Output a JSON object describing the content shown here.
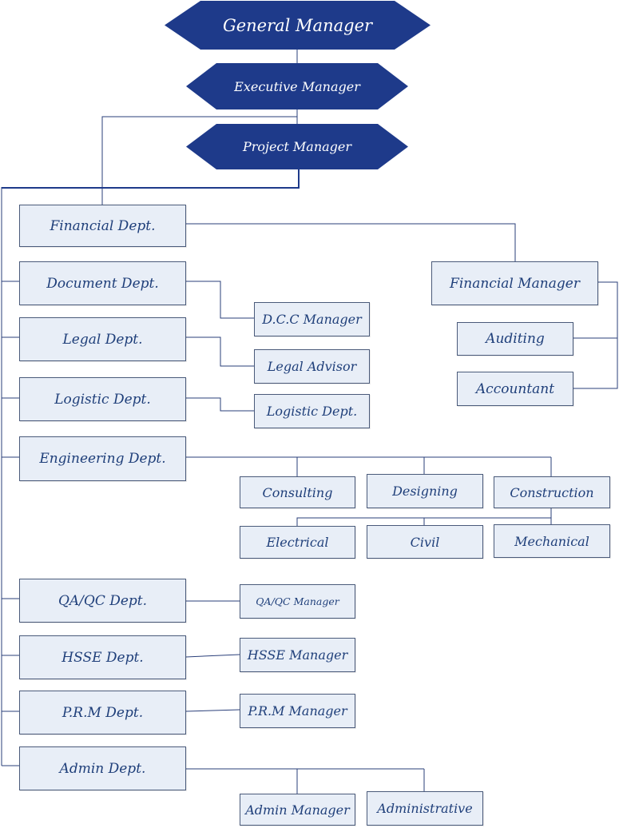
{
  "colors": {
    "leader_fill": "#1e3a8a",
    "box_fill": "#e8eef7",
    "box_border": "#4a5a7a",
    "text": "#1f3f7a",
    "line": "#2a3f7a"
  },
  "leaders": {
    "general_manager": "General Manager",
    "executive_manager": "Executive Manager",
    "project_manager": "Project Manager"
  },
  "departments": {
    "financial": "Financial Dept.",
    "document": "Document Dept.",
    "legal": "Legal Dept.",
    "logistic": "Logistic Dept.",
    "engineering": "Engineering Dept.",
    "qaqc": "QA/QC Dept.",
    "hsse": "HSSE Dept.",
    "prm": "P.R.M Dept.",
    "admin": "Admin Dept."
  },
  "financial_branch": {
    "financial_manager": "Financial Manager",
    "auditing": "Auditing",
    "accountant": "Accountant"
  },
  "roles": {
    "dcc_manager": "D.C.C Manager",
    "legal_advisor": "Legal Advisor",
    "logistic_dept": "Logistic Dept.",
    "qaqc_manager": "QA/QC Manager",
    "hsse_manager": "HSSE Manager",
    "prm_manager": "P.R.M Manager",
    "admin_manager": "Admin Manager",
    "administrative": "Administrative"
  },
  "engineering": {
    "consulting": "Consulting",
    "designing": "Designing",
    "construction": "Construction",
    "electrical": "Electrical",
    "civil": "Civil",
    "mechanical": "Mechanical"
  }
}
